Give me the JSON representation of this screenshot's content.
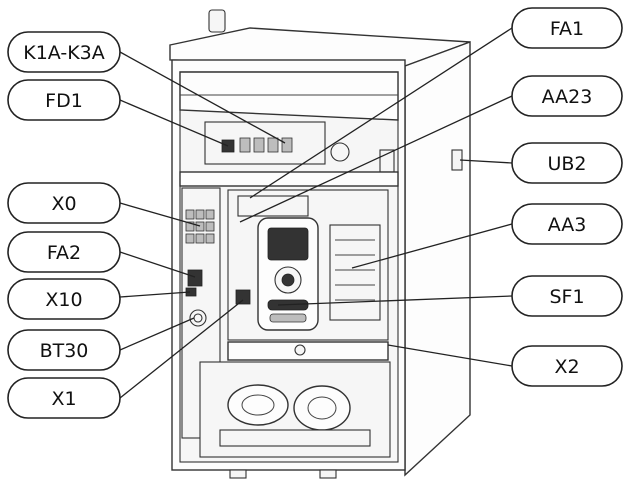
{
  "callouts": [
    {
      "id": "k1a-k3a",
      "text": "K1A-K3A"
    },
    {
      "id": "fd1",
      "text": "FD1"
    },
    {
      "id": "x0",
      "text": "X0"
    },
    {
      "id": "fa2",
      "text": "FA2"
    },
    {
      "id": "x10",
      "text": "X10"
    },
    {
      "id": "bt30",
      "text": "BT30"
    },
    {
      "id": "x1",
      "text": "X1"
    },
    {
      "id": "fa1",
      "text": "FA1"
    },
    {
      "id": "aa23",
      "text": "AA23"
    },
    {
      "id": "ub2",
      "text": "UB2"
    },
    {
      "id": "aa3",
      "text": "AA3"
    },
    {
      "id": "sf1",
      "text": "SF1"
    },
    {
      "id": "x2",
      "text": "X2"
    }
  ]
}
